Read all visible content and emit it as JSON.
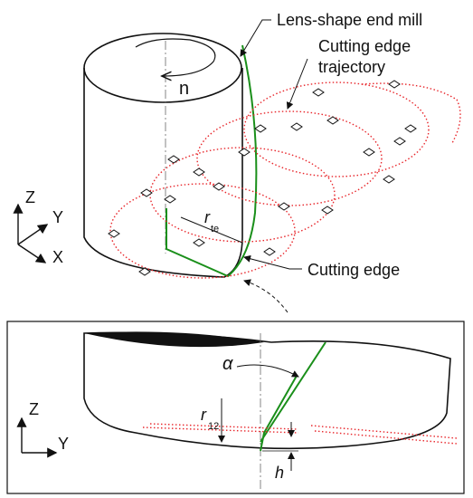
{
  "labels": {
    "tool": "Lens-shape end mill",
    "trajectory_line1": "Cutting edge",
    "trajectory_line2": "trajectory",
    "cutting_edge": "Cutting edge",
    "rotation": "n",
    "radius_main": "r",
    "radius_main_sub": "te",
    "radius_detail": "r",
    "radius_detail_sub": "12",
    "angle": "α",
    "height": "h"
  },
  "axes_top": {
    "z": "Z",
    "y": "Y",
    "x": "X"
  },
  "axes_bottom": {
    "z": "Z",
    "y": "Y"
  },
  "colors": {
    "outline": "#111111",
    "cutting_edge": "#1a8f1a",
    "trajectory": "#e8262b",
    "background": "#ffffff"
  }
}
